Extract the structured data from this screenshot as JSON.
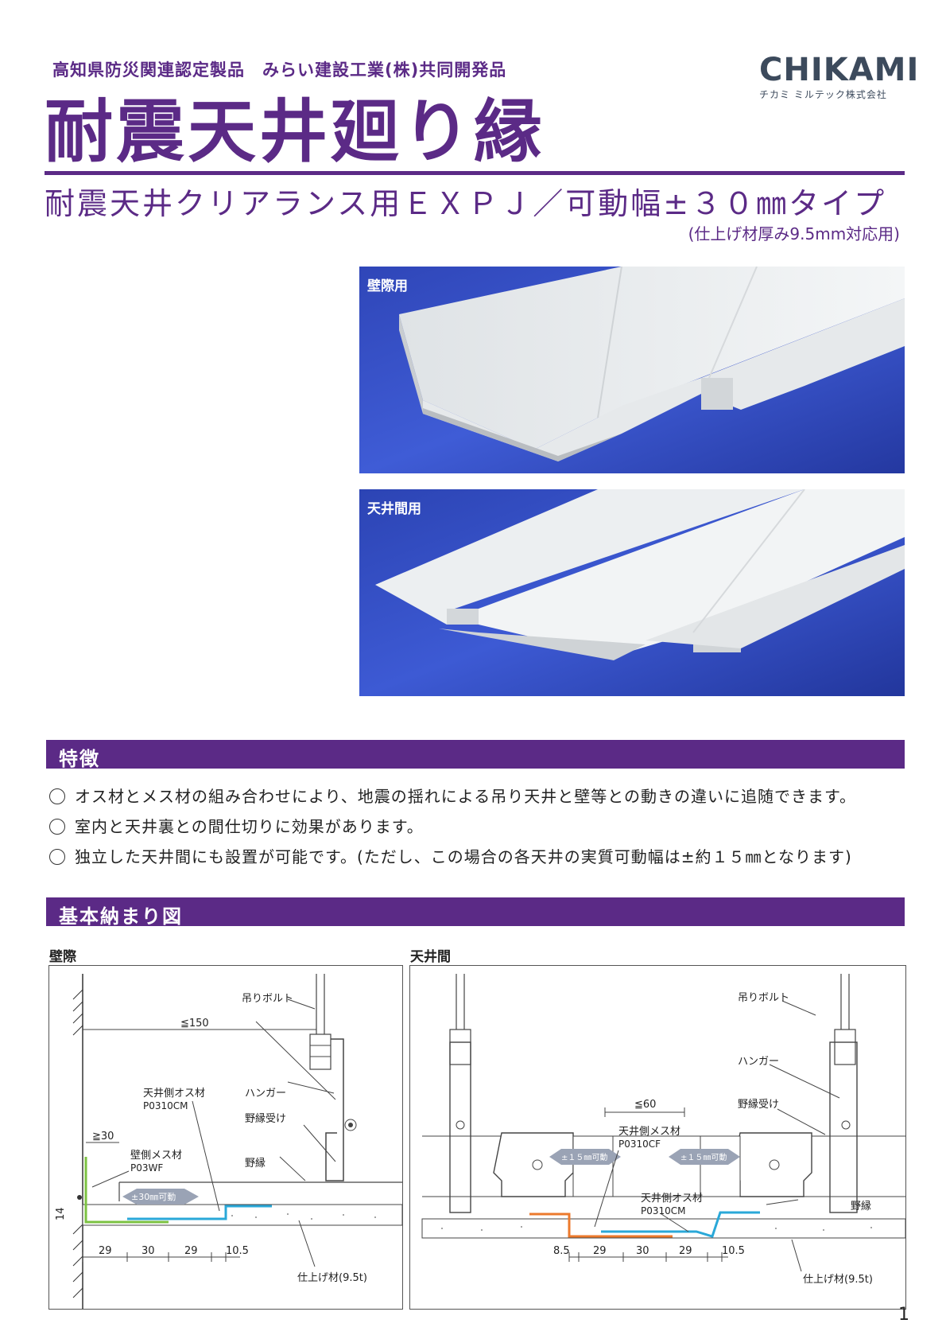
{
  "header": {
    "kicker": "高知県防災関連認定製品　みらい建設工業(株)共同開発品",
    "logo_main": "CHIKAMI",
    "logo_sub": "チカミ ミルテック株式会社",
    "title": "耐震天井廻り縁",
    "subtitle": "耐震天井クリアランス用ＥＸＰＪ／可動幅±３０㎜タイプ",
    "note": "(仕上げ材厚み9.5mm対応用)"
  },
  "photos": {
    "wall_label": "壁際用",
    "ceiling_label": "天井間用"
  },
  "features": {
    "heading": "特徴",
    "items": [
      "オス材とメス材の組み合わせにより、地震の揺れによる吊り天井と壁等との動きの違いに追随できます。",
      "室内と天井裏との間仕切りに効果があります。",
      "独立した天井間にも設置が可能です。(ただし、この場合の各天井の実質可動幅は±約１５㎜となります)"
    ]
  },
  "diagrams": {
    "heading": "基本納まり図",
    "wall": {
      "label": "壁際",
      "bolt": "吊りボルト",
      "dist150": "≦150",
      "male": "天井側オス材",
      "male_code": "P0310CM",
      "hanger": "ハンガー",
      "receiver": "野縁受け",
      "dist30": "≧30",
      "female": "壁側メス材",
      "female_code": "P03WF",
      "nobuchi": "野縁",
      "move": "±30㎜可動",
      "h14": "14",
      "dims": [
        "29",
        "30",
        "29",
        "10.5"
      ],
      "finish": "仕上げ材(9.5t)"
    },
    "ceiling": {
      "label": "天井間",
      "bolt": "吊りボルト",
      "hanger": "ハンガー",
      "receiver": "野縁受け",
      "dist60": "≦60",
      "female": "天井側メス材",
      "female_code": "P0310CF",
      "move_left": "±１５㎜可動",
      "move_right": "±１５㎜可動",
      "male": "天井側オス材",
      "male_code": "P0310CM",
      "nobuchi": "野縁",
      "dims": [
        "8.5",
        "29",
        "30",
        "29",
        "10.5"
      ],
      "finish": "仕上げ材(9.5t)"
    }
  },
  "page_number": "1"
}
